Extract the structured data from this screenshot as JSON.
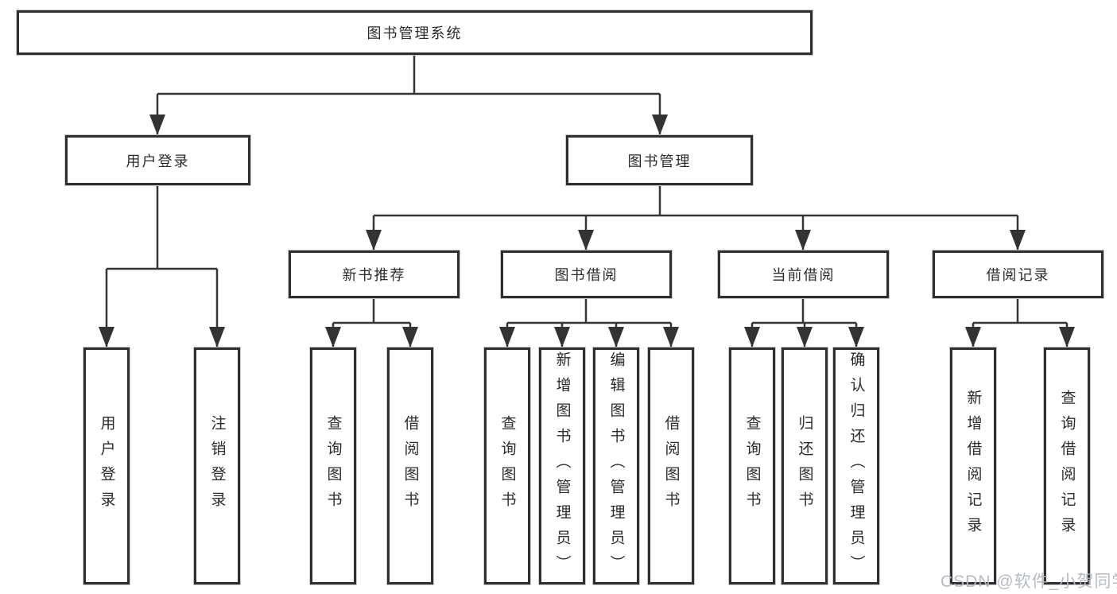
{
  "nodes": {
    "root": "图书管理系统",
    "l2_user_login": "用户登录",
    "l2_book_mgmt": "图书管理",
    "l3_new_books": "新书推荐",
    "l3_book_borrow": "图书借阅",
    "l3_current_borrow": "当前借阅",
    "l3_borrow_records": "借阅记录",
    "leaf_user_login": "用户登录",
    "leaf_logout": "注销登录",
    "leaf_nb_query": "查询图书",
    "leaf_nb_borrow": "借阅图书",
    "leaf_bb_query": "查询图书",
    "leaf_bb_add": "新增图书（管理员）",
    "leaf_bb_edit": "编辑图书（管理员）",
    "leaf_bb_borrow": "借阅图书",
    "leaf_cb_query": "查询图书",
    "leaf_cb_return": "归还图书",
    "leaf_cb_confirm": "确认归还（管理员）",
    "leaf_br_add": "新增借阅记录",
    "leaf_br_query": "查询借阅记录"
  },
  "hierarchy": {
    "root": "图书管理系统",
    "children": [
      {
        "label": "用户登录",
        "children": [
          "用户登录",
          "注销登录"
        ]
      },
      {
        "label": "图书管理",
        "children": [
          {
            "label": "新书推荐",
            "children": [
              "查询图书",
              "借阅图书"
            ]
          },
          {
            "label": "图书借阅",
            "children": [
              "查询图书",
              "新增图书（管理员）",
              "编辑图书（管理员）",
              "借阅图书"
            ]
          },
          {
            "label": "当前借阅",
            "children": [
              "查询图书",
              "归还图书",
              "确认归还（管理员）"
            ]
          },
          {
            "label": "借阅记录",
            "children": [
              "新增借阅记录",
              "查询借阅记录"
            ]
          }
        ]
      }
    ]
  },
  "watermark": "CSDN @软件_小贺同学",
  "colors": {
    "background": "#ffffff",
    "line": "#363636",
    "box_border": "#2f2f30",
    "text": "#2b2b2d",
    "watermark": "#b4b8c3"
  }
}
